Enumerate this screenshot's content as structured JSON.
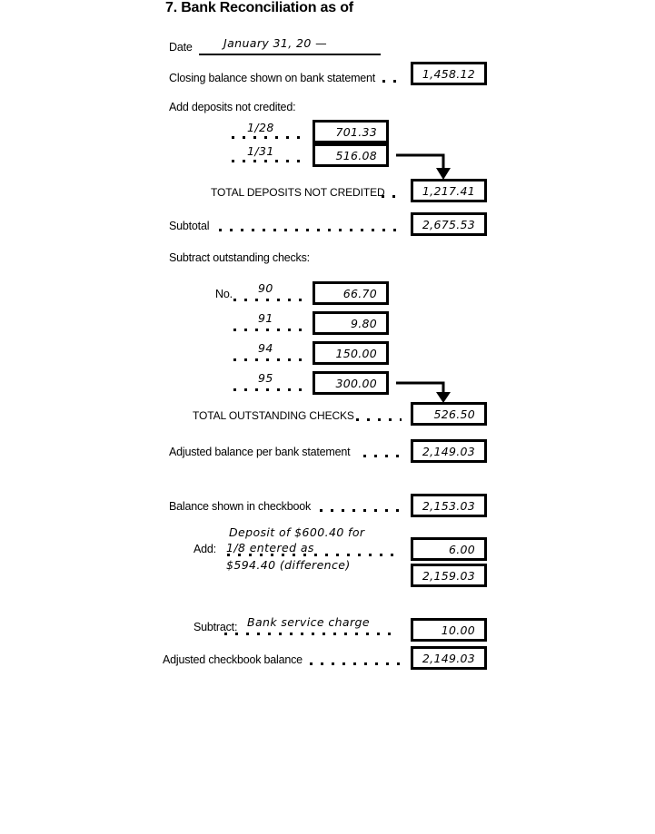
{
  "title": "7. Bank Reconciliation as of",
  "date": {
    "label": "Date",
    "value": "January 31, 20 —"
  },
  "bank_section": {
    "closing_balance": {
      "label": "Closing balance shown on bank statement",
      "value": "1,458.12"
    },
    "deposits_heading": "Add deposits not credited:",
    "deposits": [
      {
        "date": "1/28",
        "amount": "701.33"
      },
      {
        "date": "1/31",
        "amount": "516.08"
      }
    ],
    "total_deposits": {
      "label": "TOTAL DEPOSITS NOT CREDITED",
      "value": "1,217.41"
    },
    "subtotal": {
      "label": "Subtotal",
      "value": "2,675.53"
    },
    "checks_heading": "Subtract outstanding checks:",
    "checks_no_label": "No.",
    "checks": [
      {
        "number": "90",
        "amount": "66.70"
      },
      {
        "number": "91",
        "amount": "9.80"
      },
      {
        "number": "94",
        "amount": "150.00"
      },
      {
        "number": "95",
        "amount": "300.00"
      }
    ],
    "total_checks": {
      "label": "TOTAL OUTSTANDING CHECKS",
      "value": "526.50"
    },
    "adjusted_balance": {
      "label": "Adjusted balance per bank statement",
      "value": "2,149.03"
    }
  },
  "checkbook_section": {
    "balance": {
      "label": "Balance shown in checkbook",
      "value": "2,153.03"
    },
    "add": {
      "label": "Add:",
      "note_line1": "Deposit of $600.40 for",
      "note_line2": "1/8 entered as",
      "note_line3": "$594.40 (difference)",
      "value": "6.00",
      "result": "2,159.03"
    },
    "subtract": {
      "label": "Subtract:",
      "note": "Bank service charge",
      "value": "10.00"
    },
    "adjusted_balance": {
      "label": "Adjusted checkbook balance",
      "value": "2,149.03"
    }
  }
}
